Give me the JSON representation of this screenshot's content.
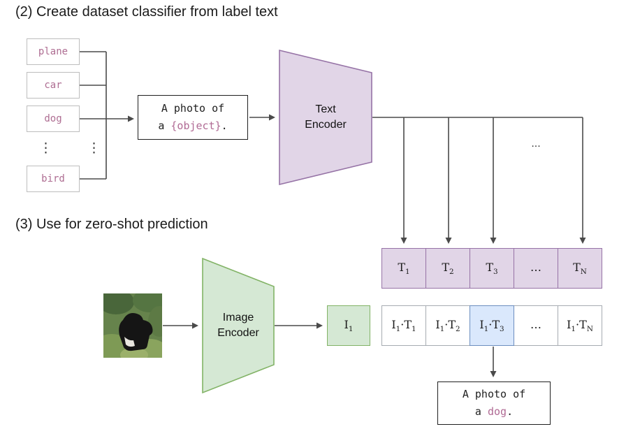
{
  "section2": {
    "title": "(2) Create dataset classifier from label text"
  },
  "section3": {
    "title": "(3) Use for zero-shot prediction"
  },
  "labels": {
    "items": [
      "plane",
      "car",
      "dog",
      "bird"
    ],
    "ellipsis": "⋮"
  },
  "prompt_box": {
    "line1": "A photo of",
    "line2_prefix": "a ",
    "line2_object": "{object}",
    "line2_suffix": "."
  },
  "text_encoder": {
    "line1": "Text",
    "line2": "Encoder"
  },
  "image_encoder": {
    "line1": "Image",
    "line2": "Encoder"
  },
  "ellipsis_h": "...",
  "t_row": {
    "cells": [
      {
        "base": "T",
        "sub": "1"
      },
      {
        "base": "T",
        "sub": "2"
      },
      {
        "base": "T",
        "sub": "3"
      },
      {
        "base": "…",
        "sub": ""
      },
      {
        "base": "T",
        "sub": "N"
      }
    ]
  },
  "i_box": {
    "base": "I",
    "sub": "1"
  },
  "sim_row": {
    "cells": [
      {
        "pre": "I",
        "presub": "1",
        "dot": "·",
        "base": "T",
        "sub": "1"
      },
      {
        "pre": "I",
        "presub": "1",
        "dot": "·",
        "base": "T",
        "sub": "2"
      },
      {
        "pre": "I",
        "presub": "1",
        "dot": "·",
        "base": "T",
        "sub": "3"
      },
      {
        "pre": "…",
        "presub": "",
        "dot": "",
        "base": "",
        "sub": ""
      },
      {
        "pre": "I",
        "presub": "1",
        "dot": "·",
        "base": "T",
        "sub": "N"
      }
    ]
  },
  "output_box": {
    "line1": "A photo of",
    "line2_prefix": "a ",
    "line2_object": "dog",
    "line2_suffix": "."
  },
  "colors": {
    "purple_fill": "#e1d5e7",
    "purple_stroke": "#9673a6",
    "green_fill": "#d5e8d4",
    "green_stroke": "#82b366",
    "blue_fill": "#dae8fc",
    "blue_stroke": "#6c8ebf",
    "pink_text": "#b06a94",
    "line": "#4a4a4a"
  }
}
